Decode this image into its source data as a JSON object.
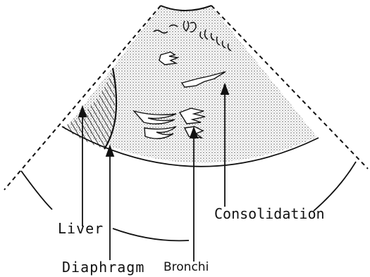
{
  "labels": {
    "liver": "Liver",
    "diaphragm": "Diaphragm",
    "bronchi": "Bronchi",
    "consolidation": "Consolidation"
  },
  "colors": {
    "ink": "#111111",
    "stipple": "#444444",
    "background": "#ffffff"
  }
}
